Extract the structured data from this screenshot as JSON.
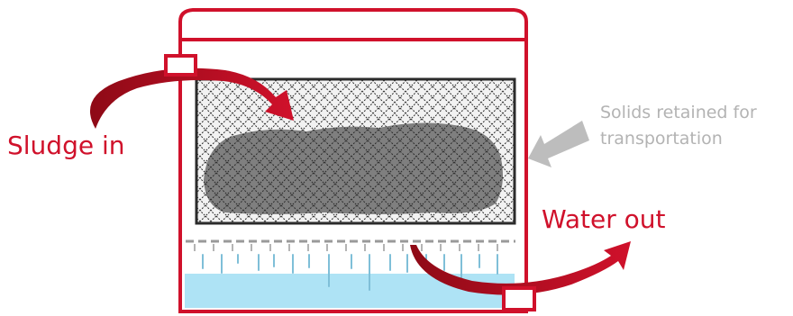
{
  "labels": {
    "sludge_in": "Sludge in",
    "water_out": "Water out",
    "solids_line1": "Solids retained for",
    "solids_line2": "transportation"
  },
  "colors": {
    "container": "#d0112b",
    "arrow": "#c4101f",
    "filter_mesh": "#2b2b2b",
    "sludge": "#7f7f7f",
    "water": "#aee3f5",
    "drip": "#7fbfd8",
    "solids_arrow": "#bdbdbd",
    "solids_text": "#b3b3b3"
  }
}
